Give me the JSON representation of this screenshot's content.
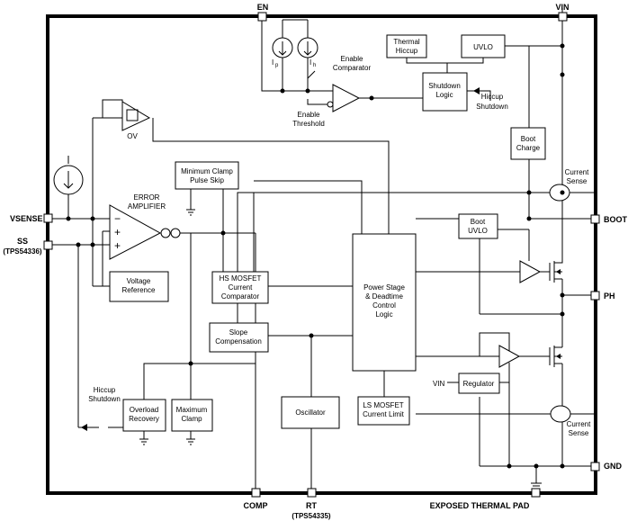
{
  "pins": {
    "en": "EN",
    "vin": "VIN",
    "vsense": "VSENSE",
    "ss": "SS",
    "ss_variant": "(TPS54336)",
    "boot": "BOOT",
    "ph": "PH",
    "gnd": "GND",
    "comp": "COMP",
    "rt": "RT",
    "rt_variant": "(TPS54335)",
    "thermal_pad": "EXPOSED THERMAL PAD"
  },
  "blocks": {
    "thermal_hiccup": [
      "Thermal",
      "Hiccup"
    ],
    "uvlo": "UVLO",
    "shutdown_logic": [
      "Shutdown",
      "Logic"
    ],
    "boot_charge": [
      "Boot",
      "Charge"
    ],
    "min_clamp": [
      "Minimum Clamp",
      "Pulse Skip"
    ],
    "voltage_ref": [
      "Voltage",
      "Reference"
    ],
    "boot_uvlo": [
      "Boot",
      "UVLO"
    ],
    "hs_comp": [
      "HS MOSFET",
      "Current",
      "Comparator"
    ],
    "power_stage": [
      "Power Stage",
      "& Deadtime",
      "Control",
      "Logic"
    ],
    "slope_comp": [
      "Slope",
      "Compensation"
    ],
    "oscillator": "Oscillator",
    "ls_limit": [
      "LS MOSFET",
      "Current Limit"
    ],
    "regulator": "Regulator",
    "overload": [
      "Overload",
      "Recovery"
    ],
    "max_clamp": [
      "Maximum",
      "Clamp"
    ]
  },
  "labels": {
    "ip": "I",
    "ip_sub": "p",
    "ih": "I",
    "ih_sub": "h",
    "enable_comparator": [
      "Enable",
      "Comparator"
    ],
    "enable_threshold": [
      "Enable",
      "Threshold"
    ],
    "hiccup_shutdown_top": [
      "Hiccup",
      "Shutdown"
    ],
    "ov": "OV",
    "error_amp": [
      "ERROR",
      "AMPLIFIER"
    ],
    "current_sense_top": [
      "Current",
      "Sense"
    ],
    "current_sense_bottom": [
      "Current",
      "Sense"
    ],
    "hiccup_shutdown_bottom": [
      "Hiccup",
      "Shutdown"
    ],
    "vin_reg": "VIN",
    "minus": "−",
    "plus1": "+",
    "plus2": "+"
  }
}
